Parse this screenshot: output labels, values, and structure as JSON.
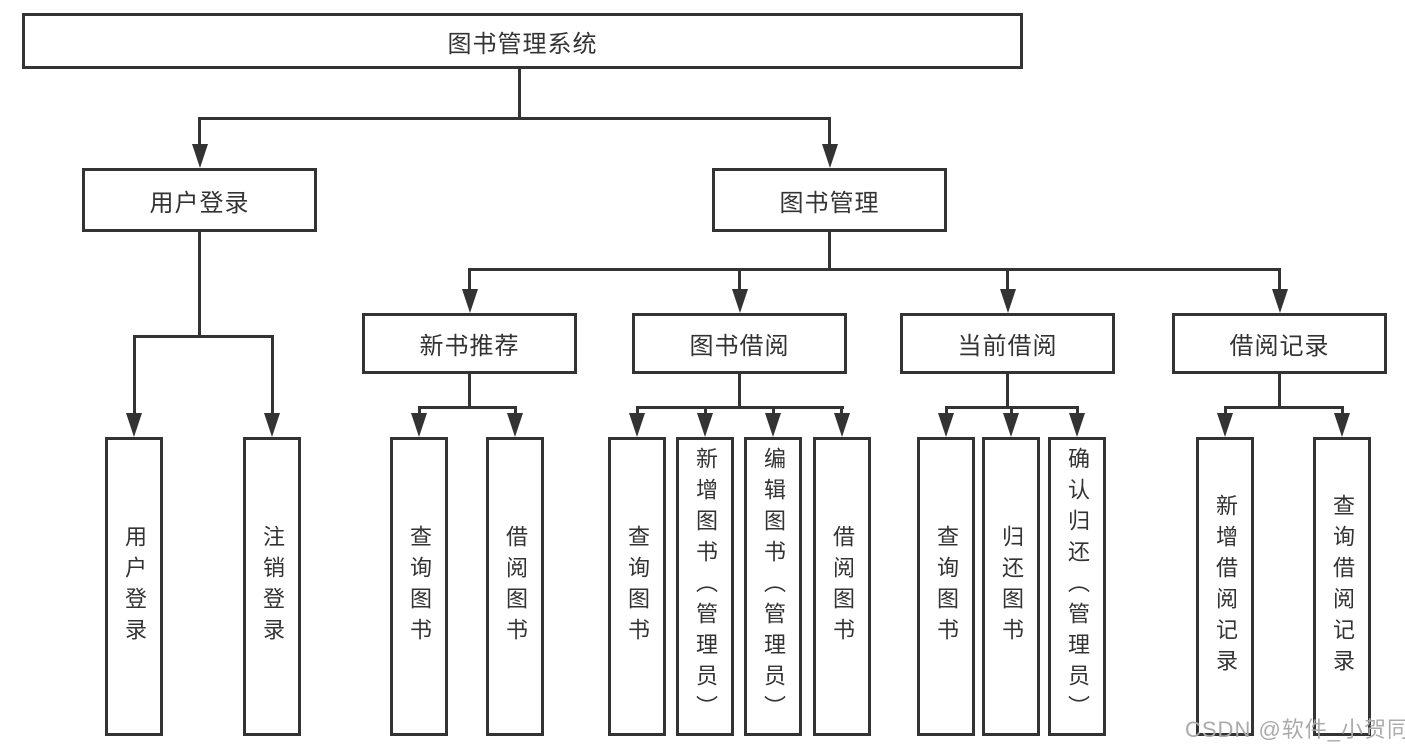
{
  "tree": {
    "root": {
      "label": "图书管理系统",
      "children": [
        {
          "label": "用户登录",
          "children": [
            {
              "label": "用户登录"
            },
            {
              "label": "注销登录"
            }
          ]
        },
        {
          "label": "图书管理",
          "children": [
            {
              "label": "新书推荐",
              "children": [
                {
                  "label": "查询图书"
                },
                {
                  "label": "借阅图书"
                }
              ]
            },
            {
              "label": "图书借阅",
              "children": [
                {
                  "label": "查询图书"
                },
                {
                  "label": "新增图书（管理员）"
                },
                {
                  "label": "编辑图书（管理员）"
                },
                {
                  "label": "借阅图书"
                }
              ]
            },
            {
              "label": "当前借阅",
              "children": [
                {
                  "label": "查询图书"
                },
                {
                  "label": "归还图书"
                },
                {
                  "label": "确认归还（管理员）"
                }
              ]
            },
            {
              "label": "借阅记录",
              "children": [
                {
                  "label": "新增借阅记录"
                },
                {
                  "label": "查询借阅记录"
                }
              ]
            }
          ]
        }
      ]
    }
  },
  "watermark": {
    "text": "CSDN @软件_小贺同学",
    "color": "#ababab"
  },
  "colors": {
    "line": "#333333",
    "text": "#333333",
    "box_fill": "#ffffff",
    "background": "#ffffff"
  }
}
